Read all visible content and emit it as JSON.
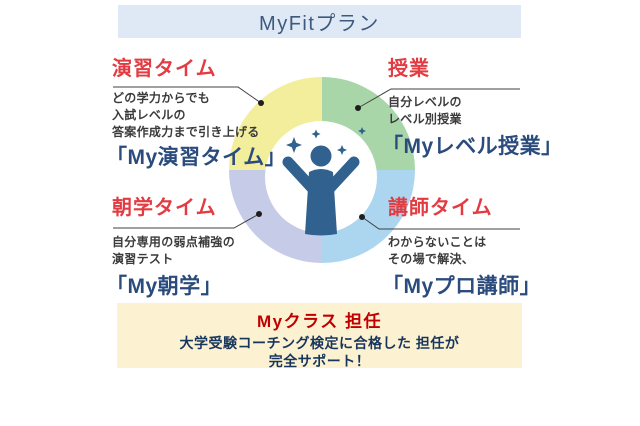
{
  "header": {
    "title": "MyFitプラン"
  },
  "sections": [
    {
      "heading": "演習タイム",
      "description": [
        "どの学力からでも",
        "入試レベルの",
        "答案作成力まで引き上げる"
      ],
      "label": "「My演習タイム」"
    },
    {
      "heading": "授業",
      "description": [
        "自分レベルの",
        "レベル別授業"
      ],
      "label": "「Myレベル授業」"
    },
    {
      "heading": "朝学タイム",
      "description": [
        "自分専用の弱点補強の",
        "演習テスト"
      ],
      "label": "「My朝学」"
    },
    {
      "heading": "講師タイム",
      "description": [
        "わからないことは",
        "その場で解決、"
      ],
      "label": "「Myプロ講師」"
    }
  ],
  "footer": {
    "heading": "Myクラス 担任",
    "lines": [
      "大学受験コーチング検定に合格した 担任が",
      "完全サポート！"
    ]
  },
  "diagram": {
    "center_icon": "person-arms-raised-icon",
    "decoration": "sparkle-icon",
    "quadrants": [
      {
        "name": "practice-time",
        "position": "top-left",
        "color": "#F3EE9B"
      },
      {
        "name": "lesson",
        "position": "top-right",
        "color": "#A9D6A9"
      },
      {
        "name": "instructor-time",
        "position": "bottom-right",
        "color": "#ACD6EF"
      },
      {
        "name": "morning-study",
        "position": "bottom-left",
        "color": "#C6CBE8"
      }
    ]
  },
  "colors": {
    "header_bg": "#DEE9F5",
    "header_text": "#3D5A7E",
    "quad_yellow": "#F3EE9B",
    "quad_green": "#A9D6A9",
    "quad_lavender": "#C6CBE8",
    "quad_blue": "#ACD6EF",
    "person_icon": "#31618F",
    "section_heading_red": "#E23B41",
    "description_text": "#3B3B3B",
    "label_navy": "#2B4B7D",
    "connector": "#404040",
    "footer_bg": "#FCF1D1",
    "footer_heading_red": "#C00000",
    "footer_text_navy": "#17365D"
  }
}
